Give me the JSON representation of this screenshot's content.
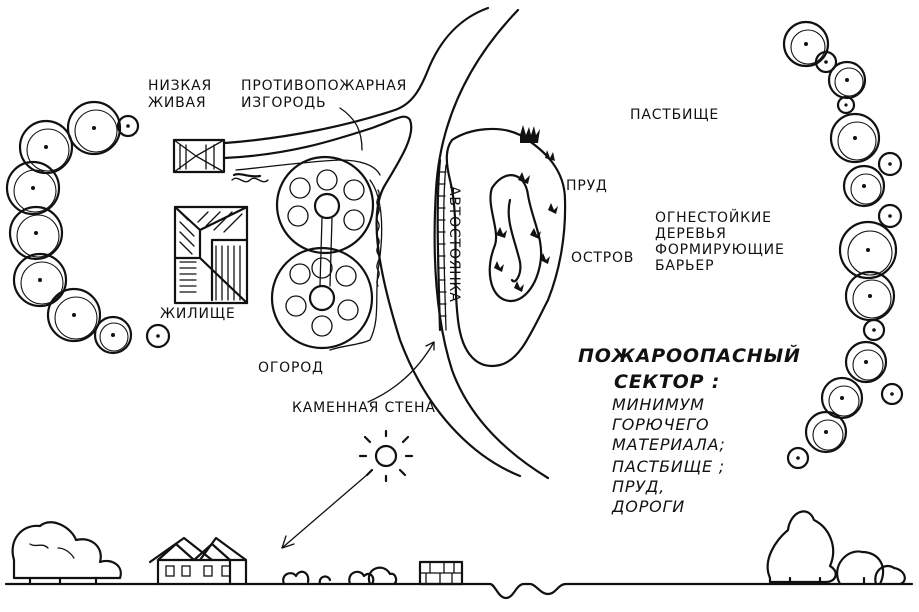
{
  "labels": {
    "low_hedge": [
      "НИЗКАЯ",
      "ЖИВАЯ"
    ],
    "firebreak_hedge": [
      "ПРОТИВОПОЖАРНАЯ",
      "ИЗГОРОДЬ"
    ],
    "pasture": "ПАСТБИЩЕ",
    "pond": "ПРУД",
    "fire_trees": [
      "ОГНЕСТОЙКИЕ",
      "ДЕРЕВЬЯ",
      "ФОРМИРУЮЩИЕ",
      "БАРЬЕР"
    ],
    "island": "ОСТРОВ",
    "parking": "АВТОСТОЯНКА",
    "dwelling": "ЖИЛИЩЕ",
    "garden": "ОГОРОД",
    "stone_wall": "КАМЕННАЯ СТЕНА",
    "fire_sector_title": [
      "ПОЖАРООПАСНЫЙ",
      "СЕКТОР :"
    ],
    "fire_sector_items": [
      "МИНИМУМ",
      "ГОРЮЧЕГО",
      "МАТЕРИАЛА;",
      "ПАСТБИЩЕ ;",
      "ПРУД,",
      "ДОРОГИ"
    ]
  },
  "icons": {
    "sun": "sun-icon",
    "tree": "tree-icon",
    "house": "house-icon"
  }
}
